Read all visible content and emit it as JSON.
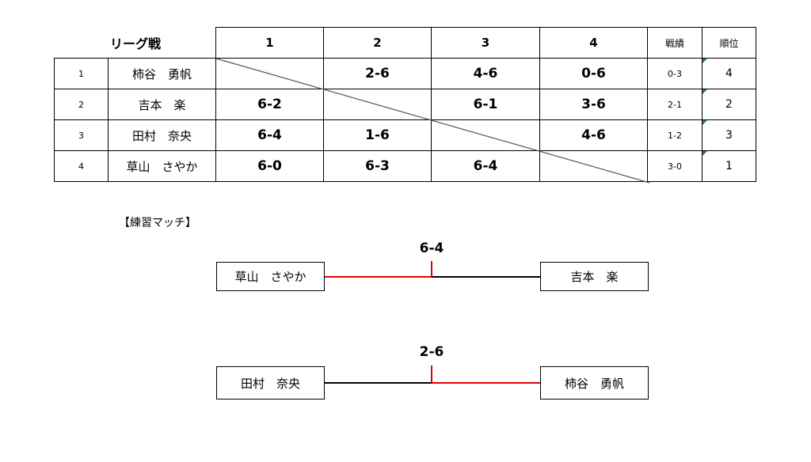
{
  "league": {
    "title": "リーグ戦",
    "columns": [
      "1",
      "2",
      "3",
      "4"
    ],
    "record_header": "戦績",
    "rank_header": "順位",
    "rows": [
      {
        "index": "1",
        "name": "柿谷　勇帆",
        "scores": [
          "",
          "2-6",
          "4-6",
          "0-6"
        ],
        "record": "0-3",
        "rank": "4"
      },
      {
        "index": "2",
        "name": "吉本　楽",
        "scores": [
          "6-2",
          "",
          "6-1",
          "3-6"
        ],
        "record": "2-1",
        "rank": "2"
      },
      {
        "index": "3",
        "name": "田村　奈央",
        "scores": [
          "6-4",
          "1-6",
          "",
          "4-6"
        ],
        "record": "1-2",
        "rank": "3"
      },
      {
        "index": "4",
        "name": "草山　さやか",
        "scores": [
          "6-0",
          "6-3",
          "6-4",
          ""
        ],
        "record": "3-0",
        "rank": "1"
      }
    ]
  },
  "practice": {
    "title": "【練習マッチ】",
    "matches": [
      {
        "left": "草山　さやか",
        "right": "吉本　楽",
        "score": "6-4",
        "winner": "left"
      },
      {
        "left": "田村　奈央",
        "right": "柿谷　勇帆",
        "score": "2-6",
        "winner": "right"
      }
    ]
  },
  "colors": {
    "winner_line": "#e00000",
    "loser_line": "#000000",
    "indicator": "#1f8b3a"
  }
}
